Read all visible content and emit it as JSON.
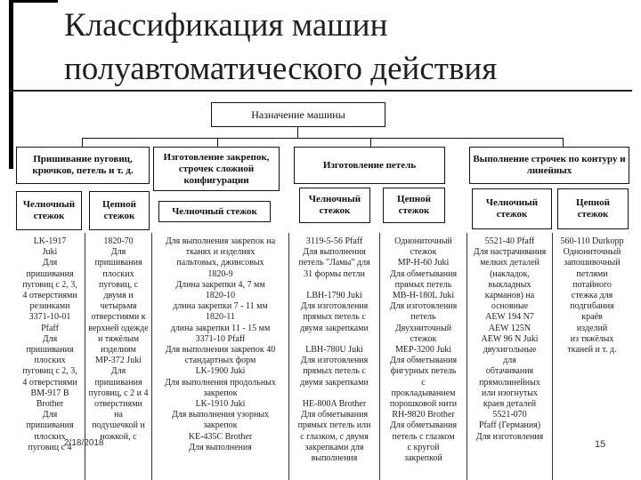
{
  "slide": {
    "title": "Классификация машин полуавтоматического действия",
    "date": "2/18/2018",
    "page_number": "15"
  },
  "diagram": {
    "root": "Назначение машины",
    "categories": [
      "Пришивание пуговиц, крючков, петель и т. д.",
      "Изготовление закрепок, строчек сложной конфигурации",
      "Изготовление петель",
      "Выполнение строчек по контуру и линейных"
    ],
    "stitches": {
      "buttons_lock": "Челночный стежок",
      "buttons_chain": "Цепной стежок",
      "bartacks_lock": "Челночный стежок",
      "holes_lock": "Челночный стежок",
      "holes_chain": "Цепной стежок",
      "contour_lock": "Челночный стежок",
      "contour_chain": "Цепной стежок"
    },
    "columns": [
      {
        "text": "LK-1917\nJuki\nДля\nпришивания\nпуговиц с 2, 3,\n4 отверстиями\nрезинками\n3371-10-01\nPfaff\nДля\nпришивания\nплоских\nпуговиц с 2, 3,\n4 отверстиями\nBM-917 B\nBrother\nДля\nпришивания\nплоских\nпуговиц с 4"
      },
      {
        "text": "1820-70\nДля\nпришивания\nплоских\nпуговиц, с\nдвумя и\nчетырьмя\nотверстиями к\nверхней одежде\nи тяжёлым\nизделиям\nMP-372 Juki\nДля\nпришивания\nпуговиц, с 2 и 4\nотверстиями\nна\nподушечкой и\nножкой, с"
      },
      {
        "text": "Для выполнения закрепок на\nтканях и изделиях\nпальтовых, джинсовых\n1820-9\nДлина закрепки 4, 7 мм\n1820-10\nдлина закрепки 7 - 11 мм\n1820-11\nдлина закрепки 11 - 15 мм\n3371-10 Pfaff\nДля выполнения закрепок 40\nстандартных форм\nLK-1900 Juki\nДля выполнения продольных\nзакрепок\nLK-1910 Juki\nДля выполнения узорных\nзакрепок\nKE-435C Brother\nДля выполнения"
      },
      {
        "text": "3119-5-56 Pfaff\nДля выполнения\nпетель \"Ламы\" для\n31 формы петли\n\nLBH-1790 Juki\nДля изготовления\nпрямых петель с\nдвумя закрепками\n\nLBH-780U Juki\nДля изготовления\nпрямых петель с\nдвумя закрепками\n\nHE-800A Brother\nДля обметывания\nпрямых петель или\nс глазком, с двумя\nзакрепками для\nвыполнения"
      },
      {
        "text": "Однониточный\nстежок\nMP-H-60 Juki\nДля обметывания\nпрямых петель\nMB-H-180L Juki\nДля изготовления\nпетель\nДвухниточный\nстежок\nMEP-3200 Juki\nДля обметывания\nфигурных петель\nс\nпрокладыванием\nпорошковой нити\nRH-9820 Brother\nДля обметывания\nпетель с глазком\nс кругой\nзакрепкой"
      },
      {
        "text": "5521-40 Pfaff\nДля настрачивания\nмелких деталей\n(накладок,\nвыкладных\nкарманов) на\nосновные\nAEW 194 N7\nAEW 125N\nAEW 96 N Juki\nдвухигольные\nдля\nобтачивания\nпрямолинейных\nили изогнутых\nкраев деталей\n5521-070\nPfaff (Германия)\nДля изготовления"
      },
      {
        "text": "560-110 Durkopp\nОднониточный\nзапошивочный\nпетлями\nпотайного\nстежка для\nподгибания\nкраёв\nизделий\nиз тяжёлых\nтканей и т. д."
      }
    ]
  }
}
